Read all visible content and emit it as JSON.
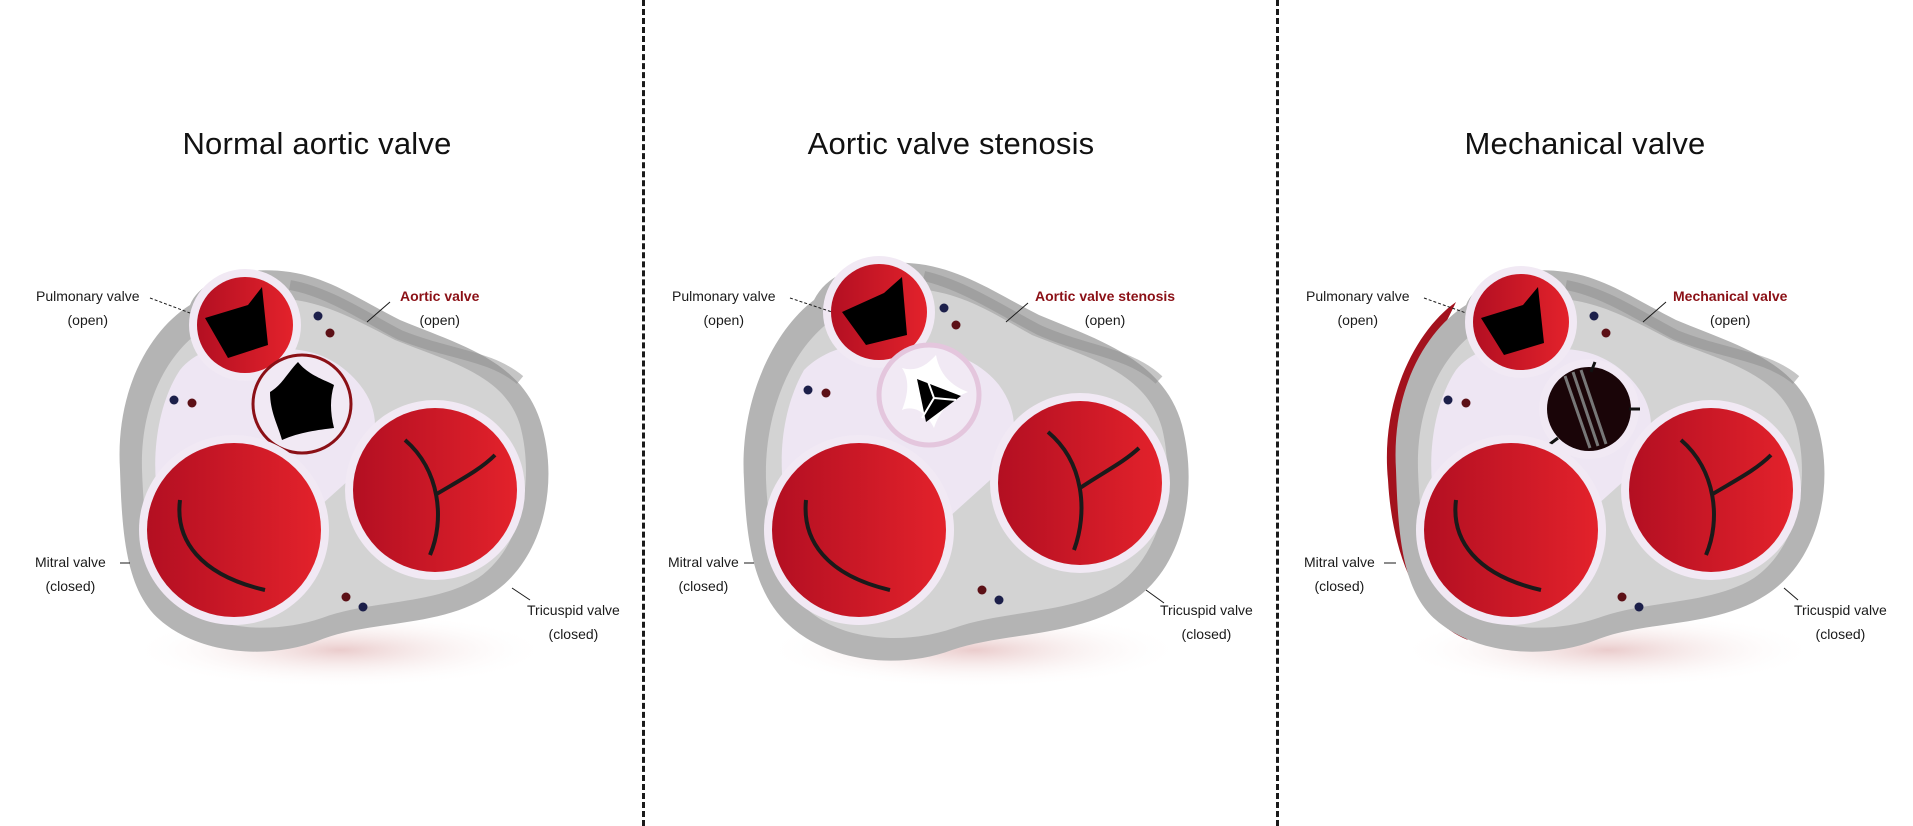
{
  "colors": {
    "background": "#ffffff",
    "accent_label": "#8b1016",
    "valve_red": "#d4141f",
    "tissue_gray": "#b5b5b5",
    "annulus_lavender": "#eee7f2"
  },
  "panels": [
    {
      "title": "Normal aortic valve",
      "pulmonary": {
        "name": "Pulmonary valve",
        "state": "(open)"
      },
      "aortic": {
        "name": "Aortic valve",
        "state": "(open)"
      },
      "mitral": {
        "name": "Mitral valve",
        "state": "(closed)"
      },
      "tricuspid": {
        "name": "Tricuspid valve",
        "state": "(closed)"
      }
    },
    {
      "title": "Aortic valve stenosis",
      "pulmonary": {
        "name": "Pulmonary valve",
        "state": "(open)"
      },
      "aortic": {
        "name": "Aortic valve stenosis",
        "state": "(open)"
      },
      "mitral": {
        "name": "Mitral valve",
        "state": "(closed)"
      },
      "tricuspid": {
        "name": "Tricuspid valve",
        "state": "(closed)"
      }
    },
    {
      "title": "Mechanical valve",
      "pulmonary": {
        "name": "Pulmonary valve",
        "state": "(open)"
      },
      "aortic": {
        "name": "Mechanical valve",
        "state": "(open)"
      },
      "mitral": {
        "name": "Mitral valve",
        "state": "(closed)"
      },
      "tricuspid": {
        "name": "Tricuspid valve",
        "state": "(closed)"
      }
    }
  ]
}
